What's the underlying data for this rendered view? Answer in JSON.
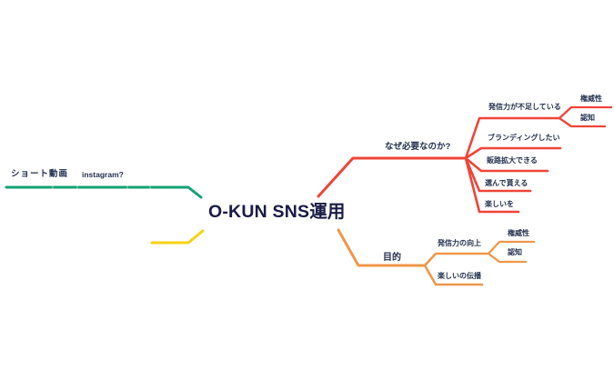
{
  "mindmap": {
    "root": {
      "label": "O-KUN SNS運用"
    },
    "colors": {
      "green": "#14a273",
      "yellow": "#f6d214",
      "red": "#ef4438",
      "orange": "#ef9749",
      "text": "#22304e",
      "title": "#191b45",
      "background": "#ffffff"
    },
    "branches": [
      {
        "name": "short-video-branch",
        "color": "#14a273",
        "nodes": [
          {
            "label": "ショート動画"
          },
          {
            "label": "instagram?"
          }
        ]
      },
      {
        "name": "unlabeled-branch",
        "color": "#f6d214",
        "nodes": []
      },
      {
        "name": "why-needed-branch",
        "color": "#ef4438",
        "label": "なぜ必要なのか?",
        "children": [
          {
            "label": "発信力が不足している",
            "children": [
              {
                "label": "権威性"
              },
              {
                "label": "認知"
              }
            ]
          },
          {
            "label": "ブランディングしたい",
            "children": []
          },
          {
            "label": "販路拡大できる",
            "children": []
          },
          {
            "label": "選んで貰える",
            "children": []
          },
          {
            "label": "楽しいを",
            "children": []
          }
        ]
      },
      {
        "name": "purpose-branch",
        "color": "#ef9749",
        "label": "目的",
        "children": [
          {
            "label": "発信力の向上",
            "children": [
              {
                "label": "権威性"
              },
              {
                "label": "認知"
              }
            ]
          },
          {
            "label": "楽しいの伝播",
            "children": []
          }
        ]
      }
    ]
  }
}
